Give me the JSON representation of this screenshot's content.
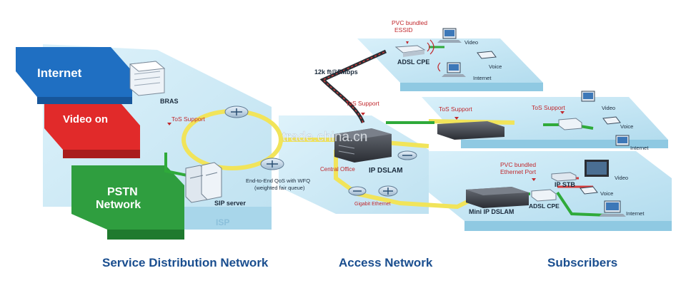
{
  "labels": {
    "internet": "Internet",
    "video_on": "Video on",
    "pstn_line1": "PSTN",
    "pstn_line2": "Network",
    "bras": "BRAS",
    "tos_support_isp": "ToS Support",
    "qos_line1": "End-to-End QoS with WFQ",
    "qos_line2": "(weighted fair queue)",
    "sip_server": "SIP server",
    "isp": "ISP",
    "speed": "12k ft@5Mbps",
    "tos_support_access": "ToS Support",
    "central_office": "Central Office",
    "ip_dslam": "IP DSLAM",
    "gigabit_ethernet": "Gigabit Ethernet",
    "pvc_essid_line1": "PVC bundled",
    "pvc_essid_line2": "ESSID",
    "adsl_cpe_top": "ADSL CPE",
    "video_top": "Video",
    "voice_top": "Voice",
    "internet_top": "Internet",
    "tos_support_mid_left": "ToS Support",
    "tos_support_mid_right": "ToS Support",
    "video_mid": "Video",
    "voice_mid": "Voice",
    "internet_mid": "Internet",
    "pvc_port_line1": "PVC bundled",
    "pvc_port_line2": "Ethernet Port",
    "ip_stb": "IP STB",
    "video_bottom": "Video",
    "voice_bottom": "Voice",
    "mini_ip_dslam": "Mini IP DSLAM",
    "adsl_cpe_bottom": "ADSL CPE",
    "internet_bottom": "Internet",
    "section_service": "Service Distribution Network",
    "section_access": "Access Network",
    "section_subscribers": "Subscribers",
    "watermark": "trade.china.cn"
  },
  "colors": {
    "platform": "#c9e8f4",
    "platform_side": "#8fc9e2",
    "internet_block": "#1f6fc2",
    "video_block": "#e12a2a",
    "pstn_block": "#2f9e3f",
    "yellow_link": "#f1e45a",
    "green_link": "#2faa3a",
    "red_link": "#d43a3a",
    "section_text": "#1a4e8f",
    "callout_text": "#c0282d"
  },
  "icons": {
    "router": "router-icon",
    "server": "server-icon",
    "computer": "computer-icon",
    "phone": "phone-icon",
    "tv": "tv-icon"
  }
}
